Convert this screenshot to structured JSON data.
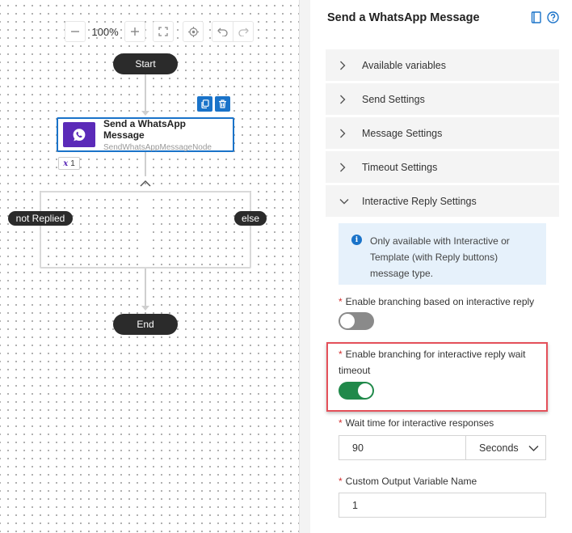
{
  "canvas": {
    "toolbar": {
      "zoom_out_icon": "minus-icon",
      "zoom_level": "100%",
      "zoom_in_icon": "plus-icon",
      "fit_icon": "fit-screen-icon",
      "center_icon": "crosshair-icon",
      "undo_icon": "undo-icon",
      "redo_icon": "redo-icon"
    },
    "start_label": "Start",
    "end_label": "End",
    "node": {
      "title": "Send a WhatsApp Message",
      "subtitle": "SendWhatsAppMessageNode",
      "icon": "whatsapp-icon",
      "copy_icon": "copy-icon",
      "delete_icon": "trash-icon"
    },
    "variable_badge": {
      "symbol": "x",
      "count": "1"
    },
    "branches": {
      "left": "not Replied",
      "right": "else"
    }
  },
  "panel": {
    "title": "Send a WhatsApp Message",
    "doc_icon": "book-icon",
    "help_icon": "help-icon",
    "sections": [
      {
        "label": "Available variables",
        "expanded": false
      },
      {
        "label": "Send Settings",
        "expanded": false
      },
      {
        "label": "Message Settings",
        "expanded": false
      },
      {
        "label": "Timeout Settings",
        "expanded": false
      },
      {
        "label": "Interactive Reply Settings",
        "expanded": true
      }
    ],
    "info": {
      "line1": "Only available with Interactive or",
      "line2": "Template (with Reply buttons)",
      "line3": "message type."
    },
    "branching_interactive": {
      "label": "Enable branching based on interactive reply",
      "enabled": false
    },
    "branching_timeout": {
      "label_line1": "Enable branching for interactive reply wait",
      "label_line2": "timeout",
      "enabled": true
    },
    "wait_time": {
      "label": "Wait time for interactive responses",
      "value": "90",
      "unit": "Seconds"
    },
    "output_var": {
      "label": "Custom Output Variable Name",
      "value": "1"
    },
    "required_mark": "*",
    "colors": {
      "accent": "#1a73c9",
      "node_icon_bg": "#5b2ab8",
      "toggle_on": "#20894a",
      "toggle_off": "#8a8a8a",
      "highlight": "#e4505a"
    }
  }
}
